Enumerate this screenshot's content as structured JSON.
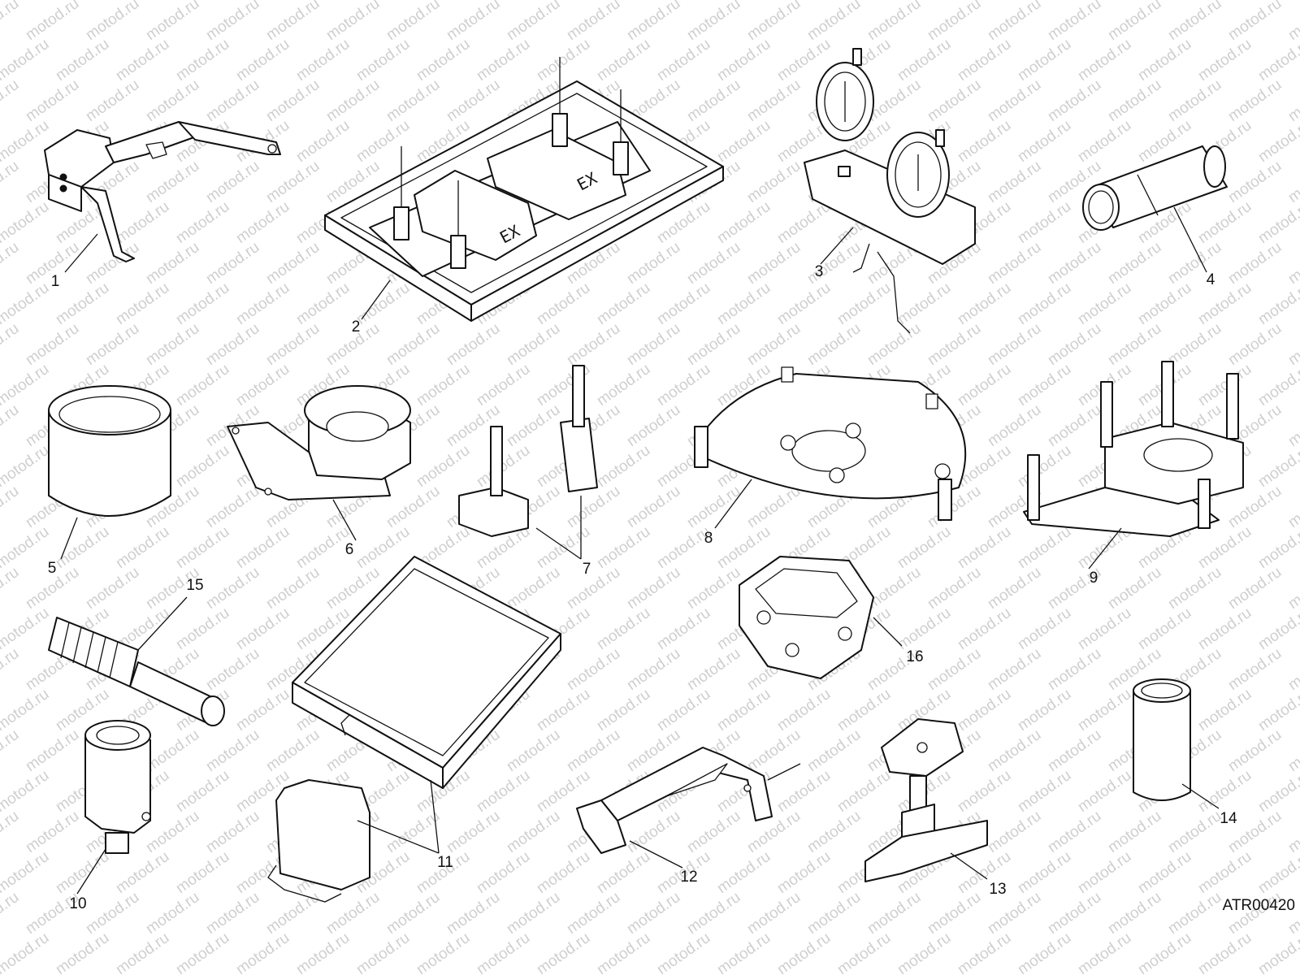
{
  "watermark": {
    "text": "motod.ru"
  },
  "drawing_code": "ATR00420",
  "callouts": [
    "1",
    "2",
    "3",
    "4",
    "5",
    "6",
    "7",
    "8",
    "9",
    "10",
    "11",
    "12",
    "13",
    "14",
    "15",
    "16"
  ],
  "box_marking": "EX"
}
